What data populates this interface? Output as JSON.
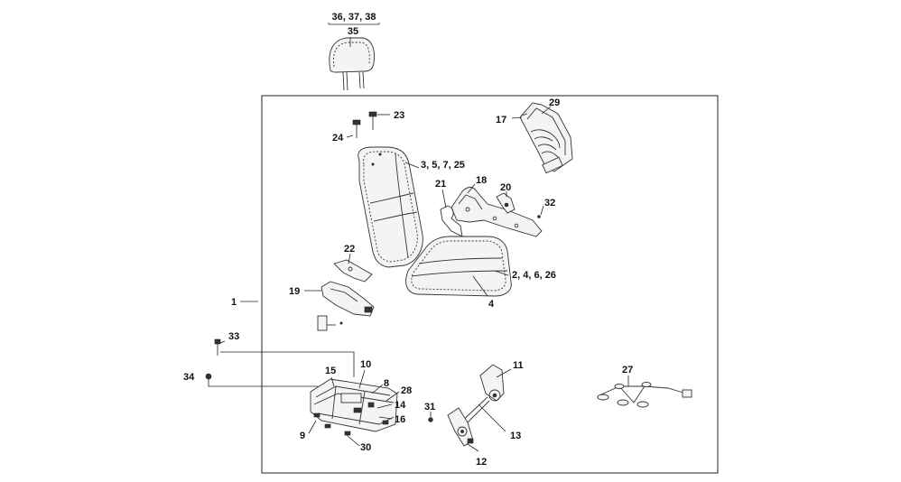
{
  "diagram": {
    "top_group_label": "36, 37, 38",
    "callouts": {
      "c1": "1",
      "c35": "35",
      "c23": "23",
      "c24": "24",
      "c3": "3, 5, 7, 25",
      "c17": "17",
      "c29": "29",
      "c18": "18",
      "c20": "20",
      "c21": "21",
      "c32": "32",
      "c22": "22",
      "c19": "19",
      "c2": "2, 4, 6, 26",
      "c4": "4",
      "c33": "33",
      "c34": "34",
      "c15": "15",
      "c10": "10",
      "c8": "8",
      "c28": "28",
      "c14": "14",
      "c16": "16",
      "c9": "9",
      "c30": "30",
      "c11": "11",
      "c31": "31",
      "c13": "13",
      "c12": "12",
      "c27": "27"
    }
  }
}
